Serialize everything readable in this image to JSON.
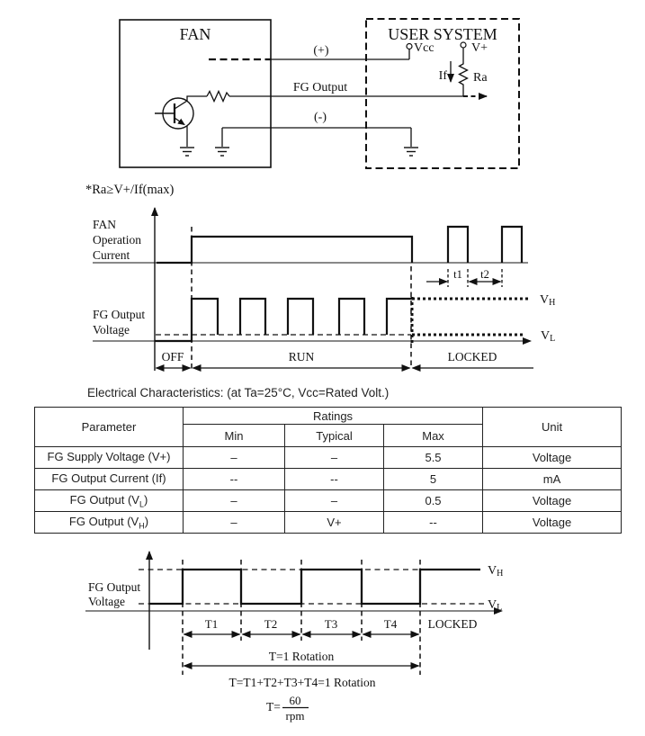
{
  "circuit": {
    "fan_label": "FAN",
    "user_system_label": "USER SYSTEM",
    "plus_label": "(+)",
    "fg_output_label": "FG Output",
    "minus_label": "(-)",
    "vcc_label": "Vcc",
    "vplus_label": "V+",
    "if_label": "If",
    "ra_label": "Ra",
    "note": "*Ra≥V+/If(max)"
  },
  "timing1": {
    "y_label_lines": [
      "FAN",
      "Operation",
      "Current"
    ],
    "fg_label_lines": [
      "FG Output",
      "Voltage"
    ],
    "t1": "t1",
    "t2": "t2",
    "vh": {
      "base": "V",
      "sub": "H"
    },
    "vl": {
      "base": "V",
      "sub": "L"
    },
    "phases": [
      "OFF",
      "RUN",
      "LOCKED"
    ]
  },
  "table": {
    "title": "Electrical Characteristics: (at Ta=25°C, Vcc=Rated Volt.)",
    "headers": {
      "parameter": "Parameter",
      "ratings": "Ratings",
      "min": "Min",
      "typical": "Typical",
      "max": "Max",
      "unit": "Unit"
    },
    "rows": [
      {
        "param_pre": "FG Supply Voltage (V+)",
        "param_sub": "",
        "param_post": "",
        "min": "–",
        "typical": "–",
        "max": "5.5",
        "unit": "Voltage"
      },
      {
        "param_pre": "FG Output Current (If)",
        "param_sub": "",
        "param_post": "",
        "min": "--",
        "typical": "--",
        "max": "5",
        "unit": "mA"
      },
      {
        "param_pre": "FG Output (V",
        "param_sub": "L",
        "param_post": ")",
        "min": "–",
        "typical": "–",
        "max": "0.5",
        "unit": "Voltage"
      },
      {
        "param_pre": "FG Output (V",
        "param_sub": "H",
        "param_post": ")",
        "min": "–",
        "typical": "V+",
        "max": "--",
        "unit": "Voltage"
      }
    ]
  },
  "timing2": {
    "fg_label_lines": [
      "FG Output",
      "Voltage"
    ],
    "vh": {
      "base": "V",
      "sub": "H"
    },
    "vl": {
      "base": "V",
      "sub": "L"
    },
    "periods": [
      "T1",
      "T2",
      "T3",
      "T4"
    ],
    "locked": "LOCKED",
    "rotation_label": "T=1 Rotation",
    "sum_label": "T=T1+T2+T3+T4=1 Rotation",
    "t_eq": "T=",
    "numerator": "60",
    "denominator": "rpm"
  }
}
